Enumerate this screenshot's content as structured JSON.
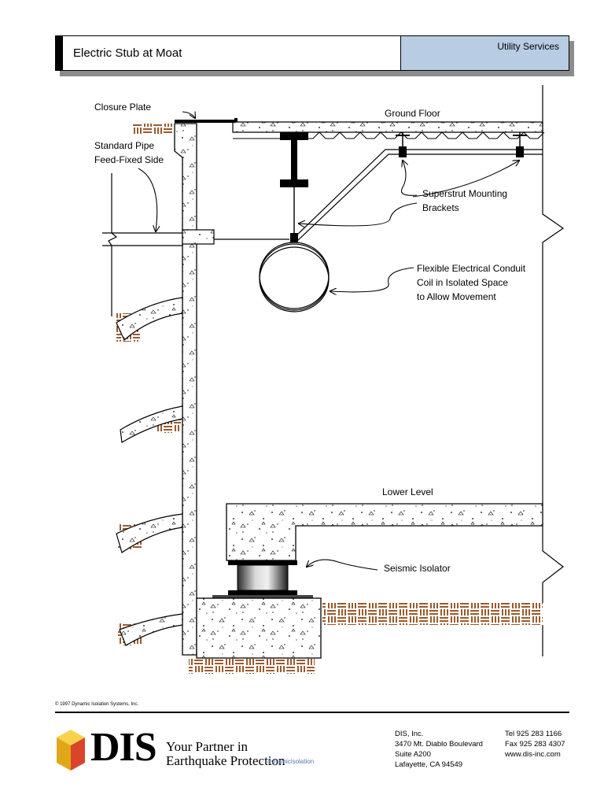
{
  "header": {
    "title": "Electric Stub at Moat",
    "section": "Utility Services"
  },
  "diagram": {
    "labels": {
      "closure_plate": "Closure Plate",
      "ground_floor": "Ground Floor",
      "standard_pipe_1": "Standard Pipe",
      "standard_pipe_2": "Feed-Fixed Side",
      "superstrut_1": "Superstrut Mounting",
      "superstrut_2": "Brackets",
      "conduit_1": "Flexible Electrical Conduit",
      "conduit_2": "Coil in Isolated Space",
      "conduit_3": "to Allow Movement",
      "lower_level": "Lower Level",
      "seismic_isolator": "Seismic Isolator"
    }
  },
  "footer": {
    "copyright": "© 1997 Dynamic Isolation Systems, Inc.",
    "brand": "DIS",
    "tagline_1": "Your Partner in",
    "tagline_2": "Earthquake Protection",
    "web_overlay": "dynamicisolation",
    "address": [
      "DIS, Inc.",
      "3470 Mt. Diablo Boulevard",
      "Suite A200",
      "Lafayette, CA 94549"
    ],
    "contact": [
      "Tel  925 283 1166",
      "Fax  925 283 4307",
      "www.dis-inc.com"
    ]
  },
  "colors": {
    "header_section_bg": "#b8cce4",
    "earth": "#9c5a2c",
    "logo_yellow": "#f2c020",
    "logo_red": "#d9452a"
  }
}
